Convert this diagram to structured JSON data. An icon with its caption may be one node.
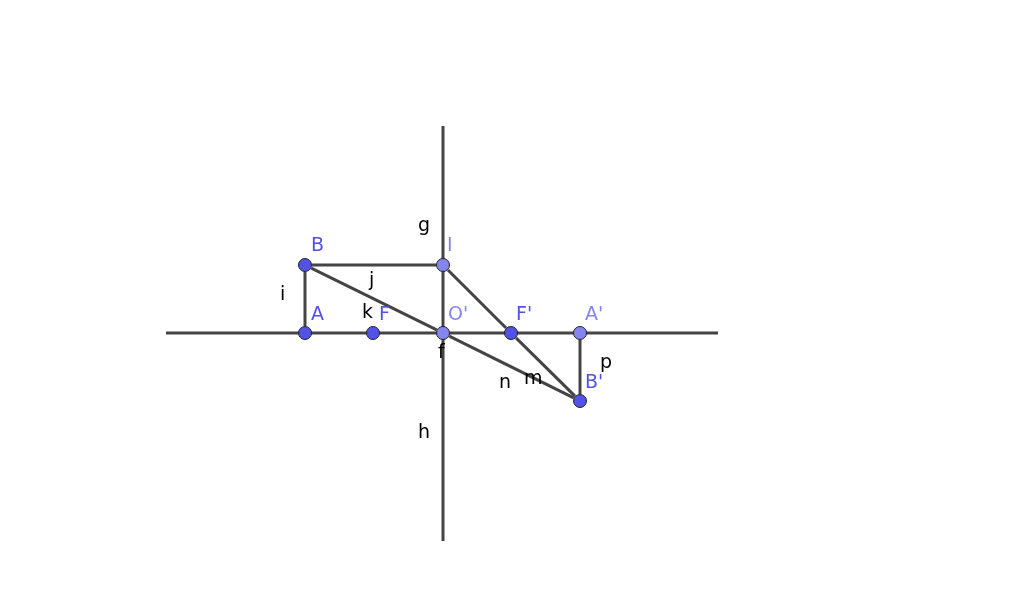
{
  "diagram": {
    "nodes": [
      {
        "text": [],
        "shape": "circle",
        "beside": [
          "B"
        ]
      },
      {
        "text": [],
        "shape": "circle",
        "beside": [
          "I"
        ]
      },
      {
        "text": [],
        "shape": "circle",
        "beside": [
          "A"
        ]
      },
      {
        "text": [],
        "shape": "circle",
        "beside": [
          "F"
        ]
      },
      {
        "text": [],
        "shape": "circle",
        "beside": [
          "O'"
        ]
      },
      {
        "text": [],
        "shape": "circle",
        "beside": [
          "F'"
        ]
      },
      {
        "text": [],
        "shape": "circle",
        "beside": [
          "A'"
        ]
      },
      {
        "text": [],
        "shape": "circle",
        "beside": [
          "B'"
        ]
      }
    ],
    "edges": [
      {
        "from": 0,
        "to": 2,
        "arrow": "none",
        "label": "i"
      },
      {
        "from": 0,
        "to": 1,
        "arrow": "none",
        "label": "j"
      },
      {
        "from": 0,
        "to": 4,
        "arrow": "none",
        "label": "k"
      },
      {
        "from": 1,
        "to": 5,
        "arrow": "none"
      },
      {
        "from": 5,
        "to": 7,
        "arrow": "none",
        "label": "m"
      },
      {
        "from": 4,
        "to": 7,
        "arrow": "none",
        "label": "n"
      },
      {
        "from": 6,
        "to": 7,
        "arrow": "none",
        "label": "p"
      }
    ],
    "labels": [
      "g",
      "h",
      "f"
    ]
  }
}
